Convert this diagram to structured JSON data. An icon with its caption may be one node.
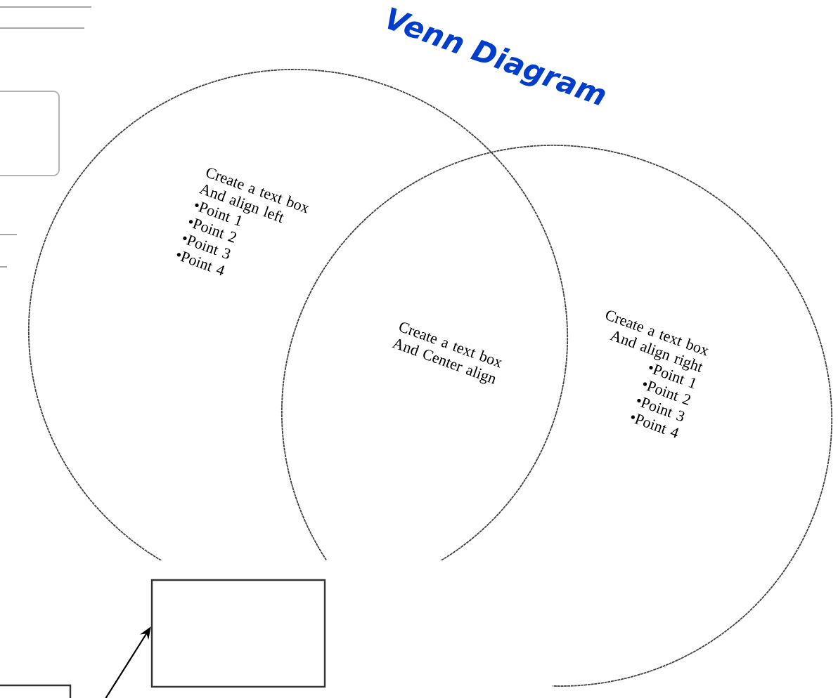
{
  "diagram": {
    "title": "Venn Diagram",
    "nodes": [
      {
        "text": [],
        "shape": "box"
      },
      {
        "text": [
          "Create a text box And align left",
          "•Point 1",
          "•Point 2",
          "•Point 3",
          "•Point 4"
        ]
      },
      {
        "text": [
          "Create a text box And align right",
          "•Point 1",
          "•Point 2",
          "•Point 3",
          "•Point 4"
        ]
      },
      {
        "text": [],
        "shape": "box"
      },
      {
        "text": [],
        "shape": "box"
      }
    ],
    "edges": [
      {
        "from": null,
        "to": 3,
        "arrow": "to"
      }
    ],
    "labels": [
      "Create a text box And Center align"
    ]
  }
}
